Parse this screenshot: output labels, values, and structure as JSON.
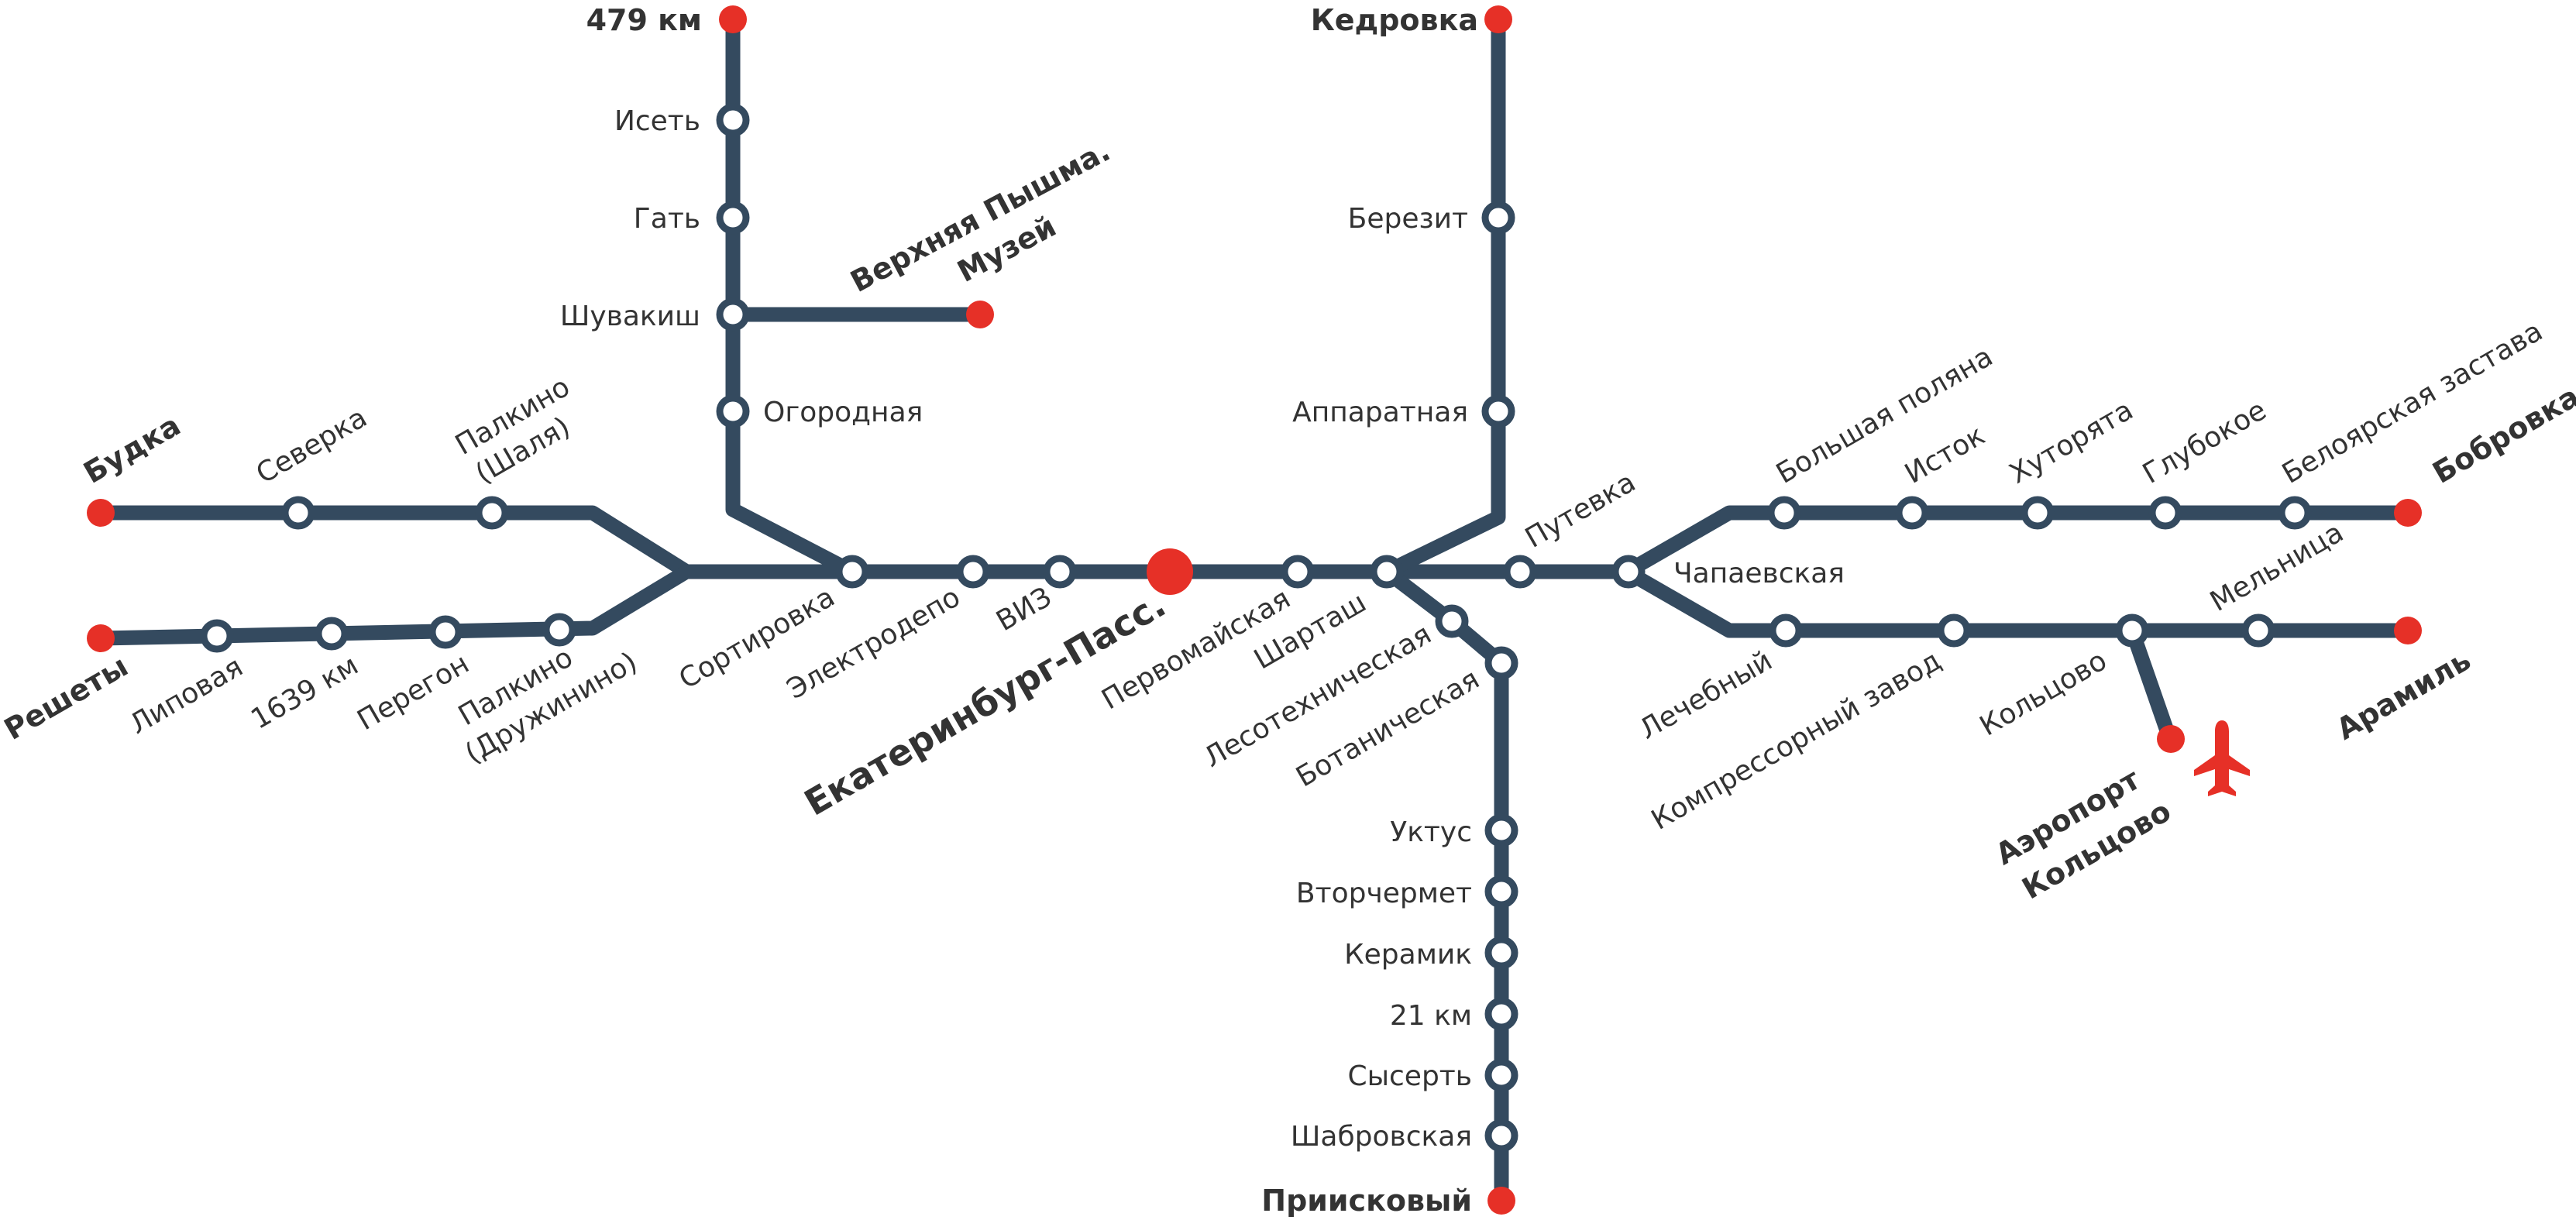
{
  "colors": {
    "line": "#344A5F",
    "terminal": "#E63027",
    "station_fill": "#FFFFFF",
    "text": "#333333",
    "airport": "#E63027"
  },
  "icons": {
    "airport": "airplane-icon"
  },
  "hub": {
    "label": "Екатеринбург-Пасс."
  },
  "stations": {
    "s479": "479 км",
    "iset": "Исеть",
    "gat": "Гать",
    "shuvakish": "Шувакиш",
    "ogorodnaya": "Огородная",
    "pyshma1": "Верхняя Пышма.",
    "pyshma2": "Музей",
    "budka": "Будка",
    "severka": "Северка",
    "palkino_sh1": "Палкино",
    "palkino_sh2": "(Шаля)",
    "reshety": "Решеты",
    "lipovaya": "Липовая",
    "km1639": "1639 км",
    "peregon": "Перегон",
    "palkino_d1": "Палкино",
    "palkino_d2": "(Дружинино)",
    "sortirovka": "Сортировка",
    "elektrodepo": "Электродепо",
    "viz": "ВИЗ",
    "pervomayskaya": "Первомайская",
    "shartash": "Шарташ",
    "lesotekh": "Лесотехническая",
    "botanich": "Ботаническая",
    "kedrovka": "Кедровка",
    "berezit": "Березит",
    "apparatnaya": "Аппаратная",
    "putevka": "Путевка",
    "chapaevskaya": "Чапаевская",
    "bolshaya": "Большая поляна",
    "istok": "Исток",
    "khutoryata": "Хуторята",
    "glubokoe": "Глубокое",
    "beloyar": "Белоярская застава",
    "bobrovka": "Бобровка",
    "lechebny": "Лечебный",
    "kompressor": "Компрессорный завод",
    "koltsovo": "Кольцово",
    "melnitsa": "Мельница",
    "aramil": "Арамиль",
    "aero1": "Аэропорт",
    "aero2": "Кольцово",
    "uktus": "Уктус",
    "vtorchermet": "Вторчермет",
    "keramik": "Керамик",
    "km21": "21 км",
    "sysert": "Сысерть",
    "shabrovskaya": "Шабровская",
    "priiskovy": "Приисковый"
  }
}
